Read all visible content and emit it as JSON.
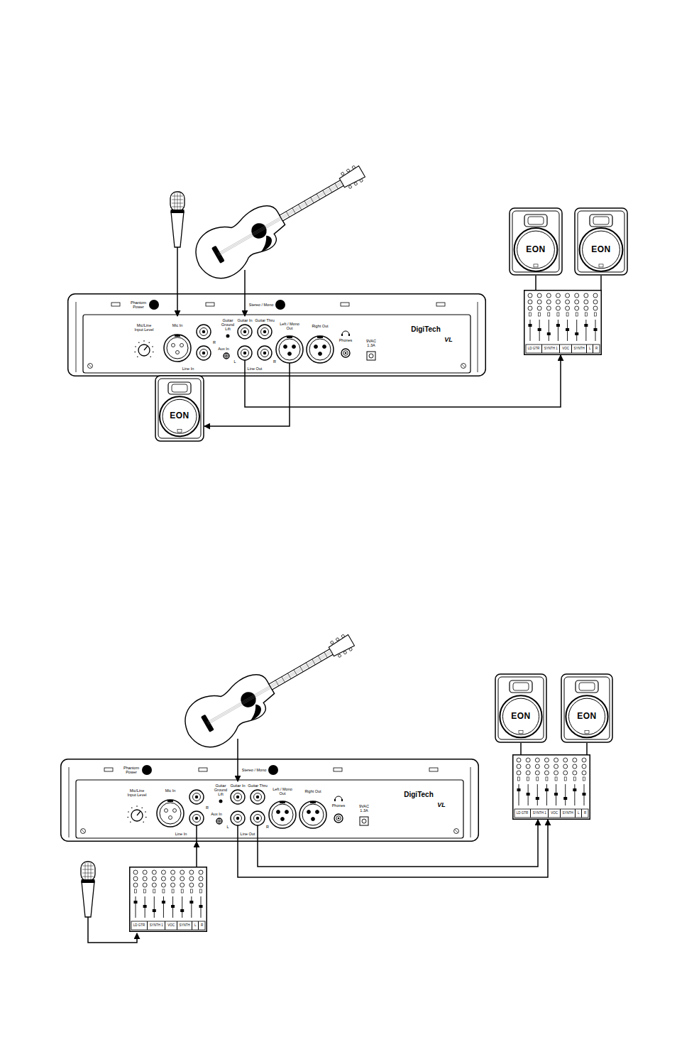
{
  "diagram": {
    "nodes": [
      {
        "text": [
          "EON"
        ]
      },
      {
        "text": [
          "EON"
        ]
      },
      {
        "text": [
          "LD GTR",
          "SYNTH 1",
          "VOC",
          "SYNTH",
          "L",
          "R"
        ]
      },
      {
        "text": [
          "Phantom Power",
          "Stereo / Mono",
          "Mic/Line Input Level",
          "Mic In",
          "R",
          "Aux In",
          "Line In",
          "Guitar Ground Lift",
          "Guitar In",
          "Guitar Thru",
          "L",
          "Line Out",
          "R",
          "Left / Mono Out",
          "Right Out",
          "Phones",
          "9VAC 1.3A",
          "DigiTech",
          "VL"
        ]
      },
      {
        "text": [
          "EON"
        ]
      },
      {
        "text": [
          "EON"
        ]
      },
      {
        "text": [
          "EON"
        ]
      },
      {
        "text": [
          "LD GTR",
          "SYNTH 1",
          "VOC",
          "SYNTH",
          "L",
          "R"
        ]
      },
      {
        "text": [
          "Phantom Power",
          "Stereo / Mono",
          "Mic/Line Input Level",
          "Mic In",
          "R",
          "Aux In",
          "Line In",
          "Guitar Ground Lift",
          "Guitar In",
          "Guitar Thru",
          "L",
          "Line Out",
          "R",
          "Left / Mono Out",
          "Right Out",
          "Phones",
          "9VAC 1.3A",
          "DigiTech",
          "VL"
        ]
      },
      {
        "text": [
          "LD GTR",
          "SYNTH 1",
          "VOC",
          "SYNTH",
          "L",
          "R"
        ]
      }
    ],
    "edges": [
      {
        "from": 2,
        "to": 0,
        "arrow": "none"
      },
      {
        "from": 2,
        "to": 1,
        "arrow": "none"
      },
      {
        "from": 3,
        "to": 4,
        "arrow": "to"
      },
      {
        "from": 3,
        "to": 2,
        "arrow": "to"
      },
      {
        "from": 7,
        "to": 5,
        "arrow": "none"
      },
      {
        "from": 7,
        "to": 6,
        "arrow": "none"
      },
      {
        "from": 8,
        "to": 7,
        "arrow": "to"
      },
      {
        "from": 8,
        "to": 7,
        "arrow": "to"
      },
      {
        "from": 9,
        "to": 8,
        "arrow": "to"
      }
    ]
  }
}
